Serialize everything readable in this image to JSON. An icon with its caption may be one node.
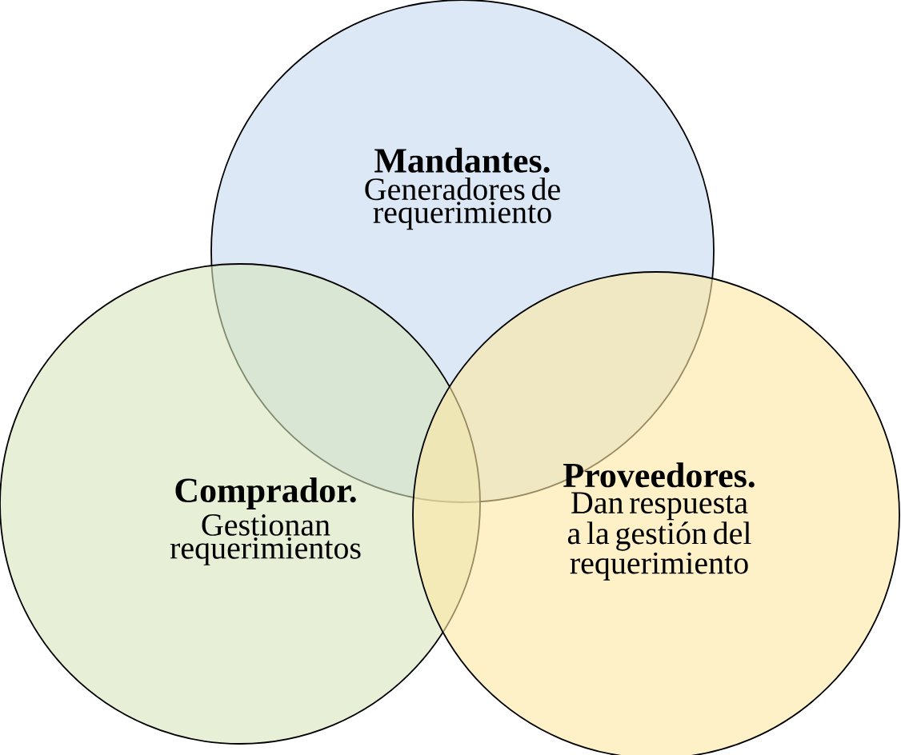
{
  "diagram": {
    "nodes": [
      {
        "text": [
          "Mandantes.",
          "Generadores de requerimiento"
        ]
      },
      {
        "text": [
          "Comprador.",
          "Gestionan requerimientos"
        ]
      },
      {
        "text": [
          "Proveedores.",
          "Dan respuesta a la gestión del requerimiento"
        ]
      }
    ]
  }
}
